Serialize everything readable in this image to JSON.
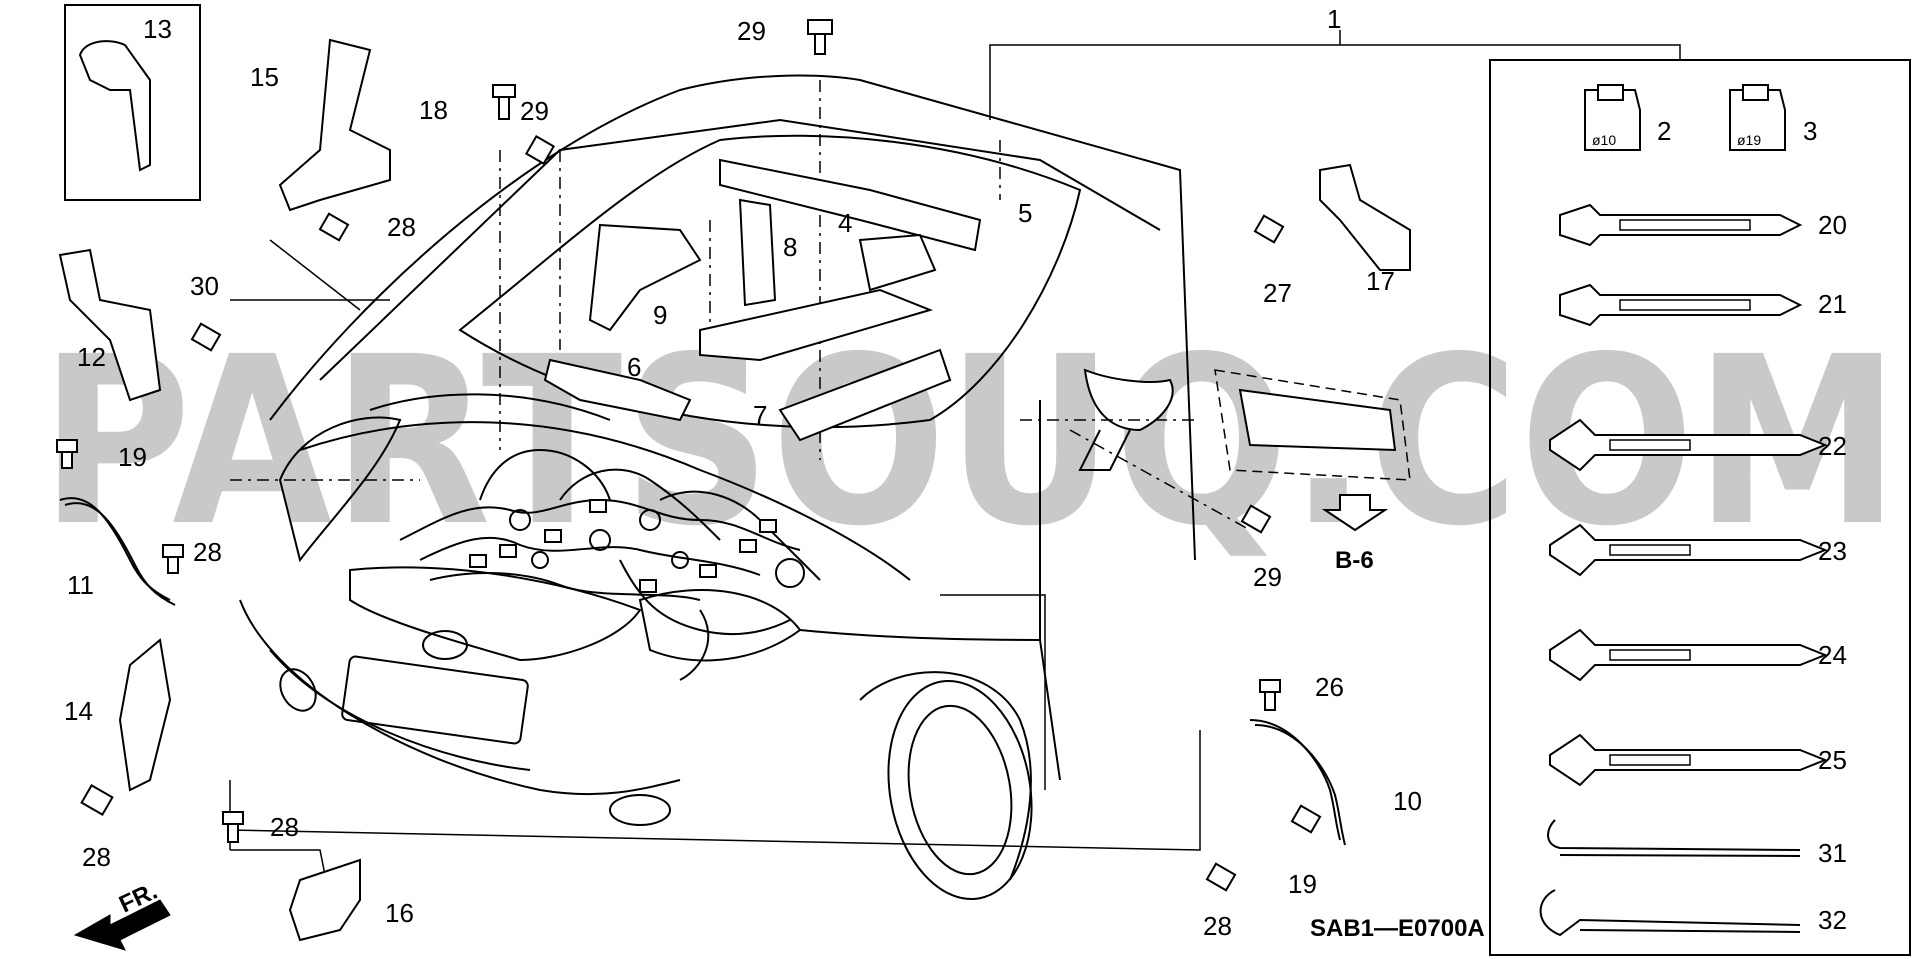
{
  "watermark": "PARTSOUQ.COM",
  "diagram_code": "SAB1—E0700A",
  "front_label": "FR.",
  "section_ref": "B-6",
  "callouts": {
    "c1": "1",
    "c2": "2",
    "c3": "3",
    "c4": "4",
    "c5": "5",
    "c6": "6",
    "c7": "7",
    "c8": "8",
    "c9": "9",
    "c10": "10",
    "c11": "11",
    "c12": "12",
    "c13": "13",
    "c14": "14",
    "c15": "15",
    "c16": "16",
    "c17": "17",
    "c18": "18",
    "c19a": "19",
    "c19b": "19",
    "c20": "20",
    "c21": "21",
    "c22": "22",
    "c23": "23",
    "c24": "24",
    "c25": "25",
    "c26": "26",
    "c27": "27",
    "c28a": "28",
    "c28b": "28",
    "c28c": "28",
    "c28d": "28",
    "c28e": "28",
    "c29a": "29",
    "c29b": "29",
    "c29c": "29",
    "c30": "30",
    "c31": "31",
    "c32": "32"
  },
  "clip_labels": {
    "d10": "ø10",
    "d19": "ø19"
  }
}
